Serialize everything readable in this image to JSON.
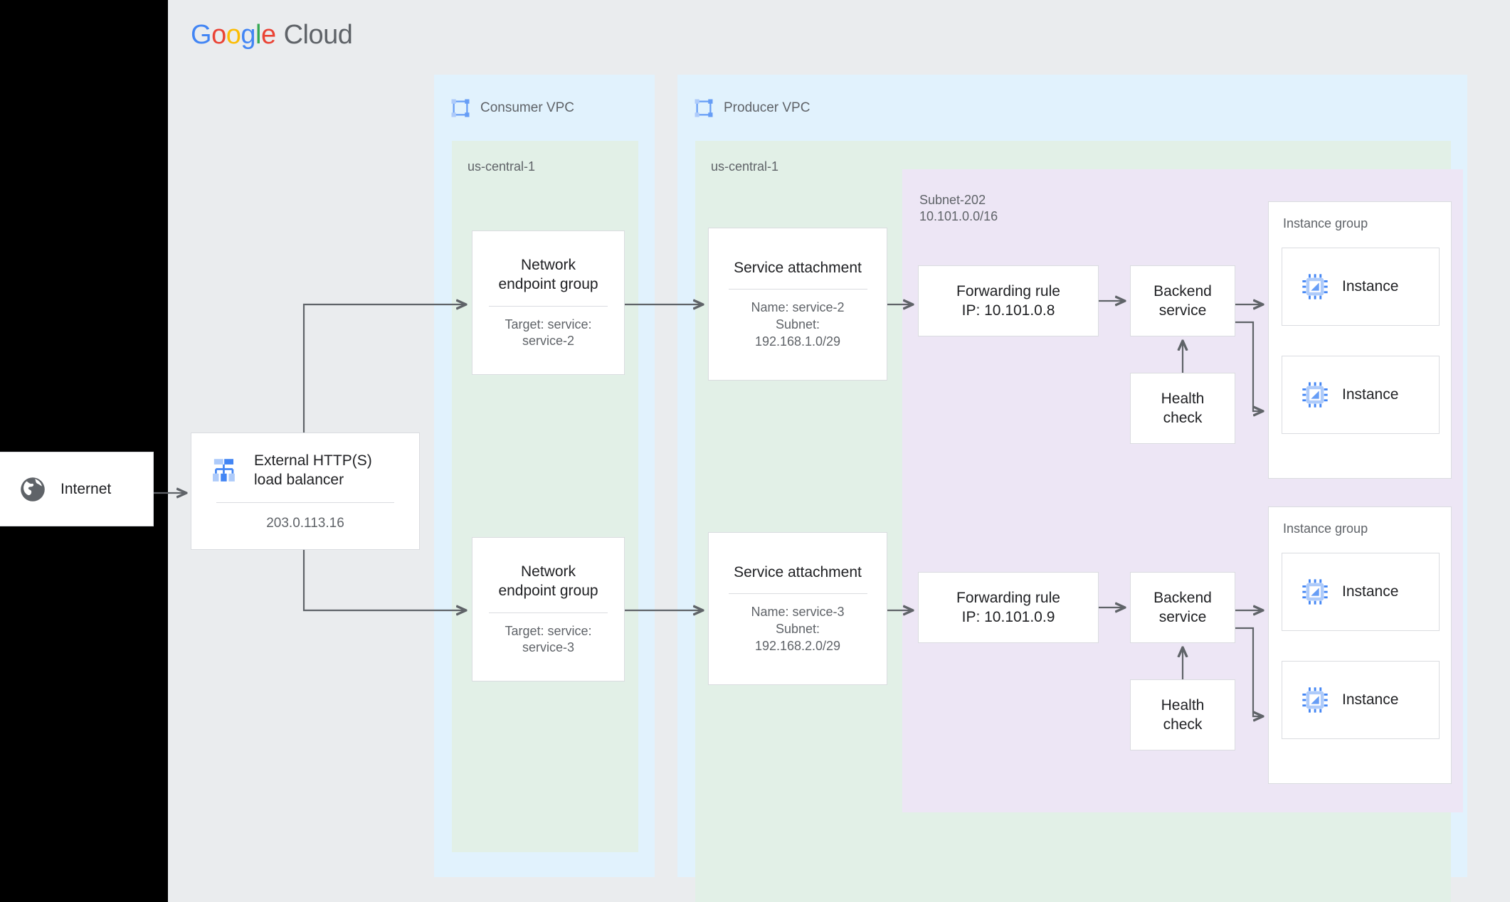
{
  "brand": {
    "g1": "G",
    "g2": "o",
    "g3": "o",
    "g4": "g",
    "g5": "l",
    "g6": "e",
    "word": "Cloud"
  },
  "internet": {
    "label": "Internet",
    "icon": "globe-icon"
  },
  "load_balancer": {
    "label": "External HTTP(S)\nload balancer",
    "label_line1": "External HTTP(S)",
    "label_line2": "load balancer",
    "ip": "203.0.113.16",
    "icon": "load-balancer-icon"
  },
  "consumer_vpc": {
    "title": "Consumer VPC",
    "icon": "vpc-icon",
    "region": "us-central-1",
    "negs": [
      {
        "title": "Network\nendpoint group",
        "title_line1": "Network",
        "title_line2": "endpoint group",
        "sub_line1": "Target: service:",
        "sub_line2": "service-2"
      },
      {
        "title": "Network\nendpoint group",
        "title_line1": "Network",
        "title_line2": "endpoint group",
        "sub_line1": "Target: service:",
        "sub_line2": "service-3"
      }
    ]
  },
  "producer_vpc": {
    "title": "Producer VPC",
    "icon": "vpc-icon",
    "region": "us-central-1",
    "service_attachments": [
      {
        "title": "Service attachment",
        "sub_line1": "Name: service-2",
        "sub_line2": "Subnet:",
        "sub_line3": "192.168.1.0/29"
      },
      {
        "title": "Service attachment",
        "sub_line1": "Name: service-3",
        "sub_line2": "Subnet:",
        "sub_line3": "192.168.2.0/29"
      }
    ],
    "subnet": {
      "name": "Subnet-202",
      "cidr": "10.101.0.0/16"
    },
    "stacks": [
      {
        "forwarding_rule": {
          "line1": "Forwarding rule",
          "line2": "IP: 10.101.0.8"
        },
        "backend_service": {
          "line1": "Backend",
          "line2": "service"
        },
        "health_check": {
          "line1": "Health",
          "line2": "check"
        },
        "instance_group": {
          "label": "Instance group",
          "instances": [
            {
              "label": "Instance",
              "icon": "instance-chip-icon"
            },
            {
              "label": "Instance",
              "icon": "instance-chip-icon"
            }
          ]
        }
      },
      {
        "forwarding_rule": {
          "line1": "Forwarding rule",
          "line2": "IP: 10.101.0.9"
        },
        "backend_service": {
          "line1": "Backend",
          "line2": "service"
        },
        "health_check": {
          "line1": "Health",
          "line2": "check"
        },
        "instance_group": {
          "label": "Instance group",
          "instances": [
            {
              "label": "Instance",
              "icon": "instance-chip-icon"
            },
            {
              "label": "Instance",
              "icon": "instance-chip-icon"
            }
          ]
        }
      }
    ]
  },
  "colors": {
    "background": "#eaecee",
    "vpc": "#e1f2fd",
    "region": "#e2f0e7",
    "subnet": "#ede6f5",
    "card": "#ffffff",
    "border": "#dadce0",
    "text": "#202124",
    "muted": "#5f6368",
    "accent_blue": "#4285f4",
    "connector": "#5f6368"
  }
}
